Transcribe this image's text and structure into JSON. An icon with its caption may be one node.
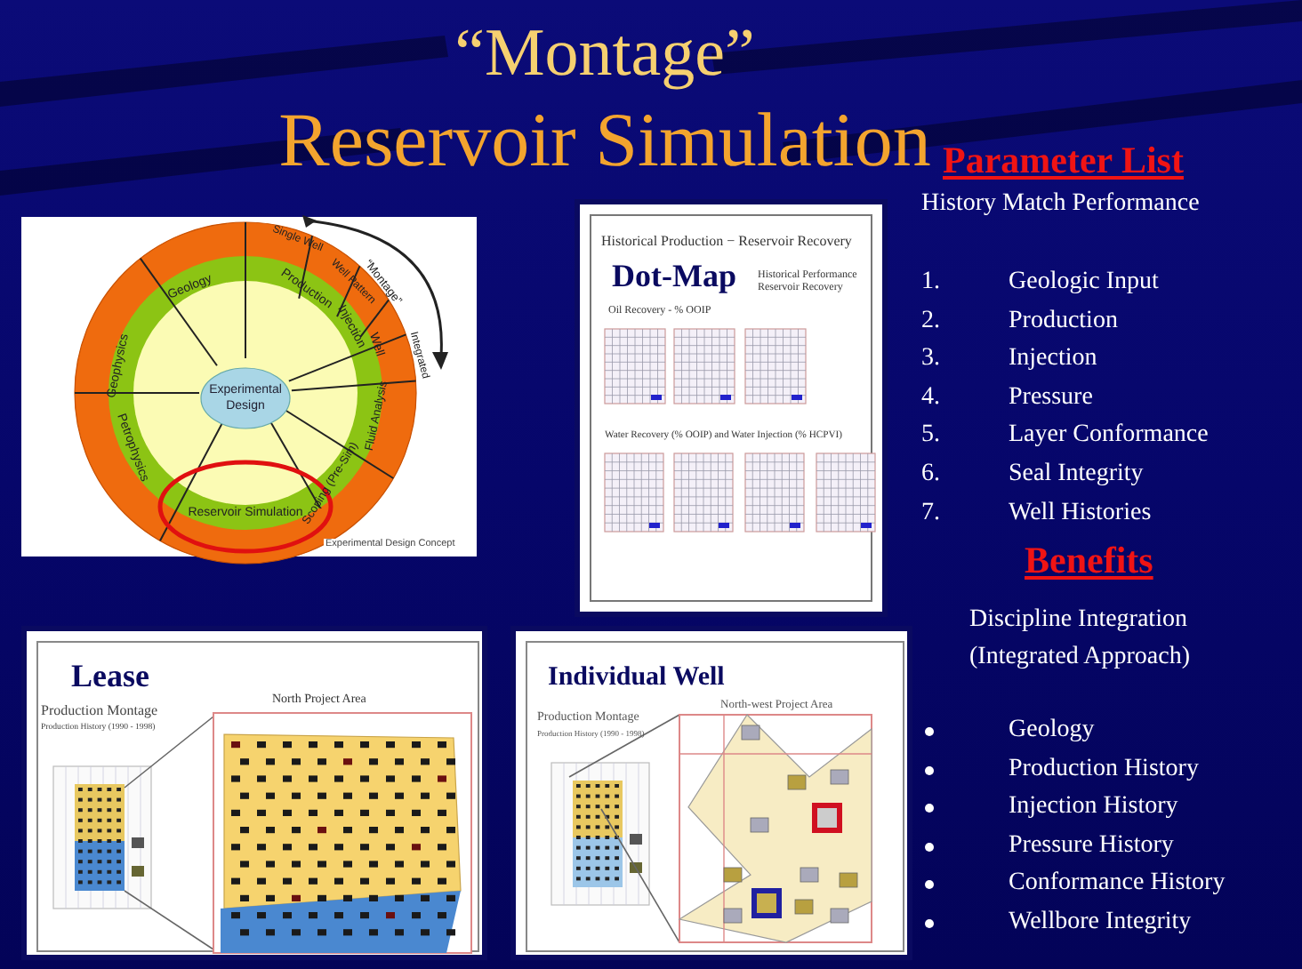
{
  "diagram": {
    "title": "“Montage” Reservoir Simulation",
    "nodes": [
      {
        "text": [
          "Experimental Design Concept"
        ]
      },
      {
        "text": [
          "Experimental Design"
        ],
        "in": 0
      },
      {
        "text": [
          "Historical Production − Reservoir Recovery",
          "Dot-Map",
          "Historical Performance Reservoir Recovery",
          "Oil Recovery - % OOIP",
          "Water Recovery (% OOIP) and Water Injection (% HCPVI)"
        ]
      },
      {
        "text": [
          "Lease",
          "Production Montage",
          "Production History (1990 - 1998)",
          "North Project Area"
        ]
      },
      {
        "text": [
          "Individual Well",
          "Production Montage",
          "Production History (1990 - 1998)",
          "North-west Project Area"
        ]
      }
    ],
    "labels": [
      "“Montage”",
      "Single Well",
      "Well Pattern",
      "Integrated",
      "Geology",
      "Production",
      "Injection",
      "Well",
      "Geophysics",
      "Fluid Analysis",
      "Petrophysics",
      "Scoping (Pre-Sim)",
      "Reservoir Simulation",
      "Parameter List",
      "History Match Performance",
      "1.",
      "Geologic Input",
      "2.",
      "Production",
      "3.",
      "Injection",
      "4.",
      "Pressure",
      "5.",
      "Layer Conformance",
      "6.",
      "Seal Integrity",
      "7.",
      "Well Histories",
      "Benefits",
      "Discipline Integration (Integrated Approach)",
      "Geology",
      "Production History",
      "Injection History",
      "Pressure History",
      "Conformance History",
      "Wellbore Integrity"
    ]
  }
}
